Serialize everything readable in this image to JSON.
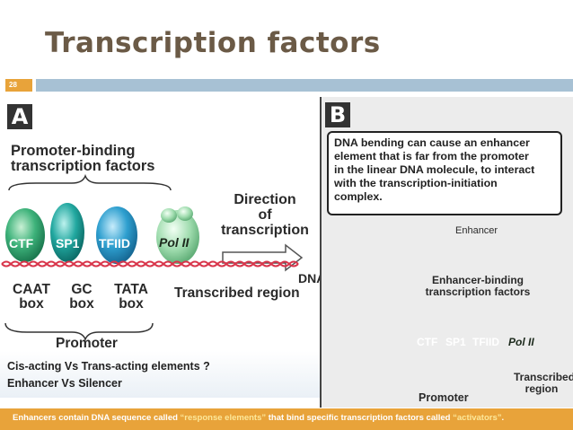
{
  "slide": {
    "title": "Transcription factors",
    "number": "28"
  },
  "panel_a": {
    "label": "A",
    "heading_line1": "Promoter-binding",
    "heading_line2": "transcription factors",
    "factors": [
      "CTF",
      "SP1",
      "TFIID",
      "Pol II"
    ],
    "direction_line1": "Direction",
    "direction_line2": "of",
    "direction_line3": "transcription",
    "dna": "DNA",
    "boxes": [
      {
        "line1": "CAAT",
        "line2": "box"
      },
      {
        "line1": "GC",
        "line2": "box"
      },
      {
        "line1": "TATA",
        "line2": "box"
      }
    ],
    "transcribed": "Transcribed region",
    "promoter": "Promoter"
  },
  "panel_b": {
    "label": "B",
    "callout_lines": [
      "DNA bending can cause an enhancer",
      "element that is far from the promoter",
      "in the linear DNA molecule, to interact",
      "with the transcription-initiation",
      "complex."
    ],
    "enhancer": "Enhancer",
    "enhancer_tf_line1": "Enhancer-binding",
    "enhancer_tf_line2": "transcription factors",
    "factors": [
      "CTF",
      "SP1",
      "TFIID",
      "Pol II"
    ],
    "transcribed_line1": "Transcribed",
    "transcribed_line2": "region",
    "promoter": "Promoter"
  },
  "info": {
    "line1": "Cis-acting Vs Trans-acting elements ?",
    "line2": "Enhancer Vs Silencer"
  },
  "footer": {
    "part1": "Enhancers contain DNA sequence called ",
    "hl1": "“response elements”",
    "part2": " that bind specific transcription factors called ",
    "hl2": "“activators”",
    "part3": "."
  },
  "colors": {
    "accent_orange": "#e8a33a",
    "bar_blue": "#a7c1d4",
    "title_brown": "#6b5a46",
    "dna_red": "#d8344a"
  }
}
